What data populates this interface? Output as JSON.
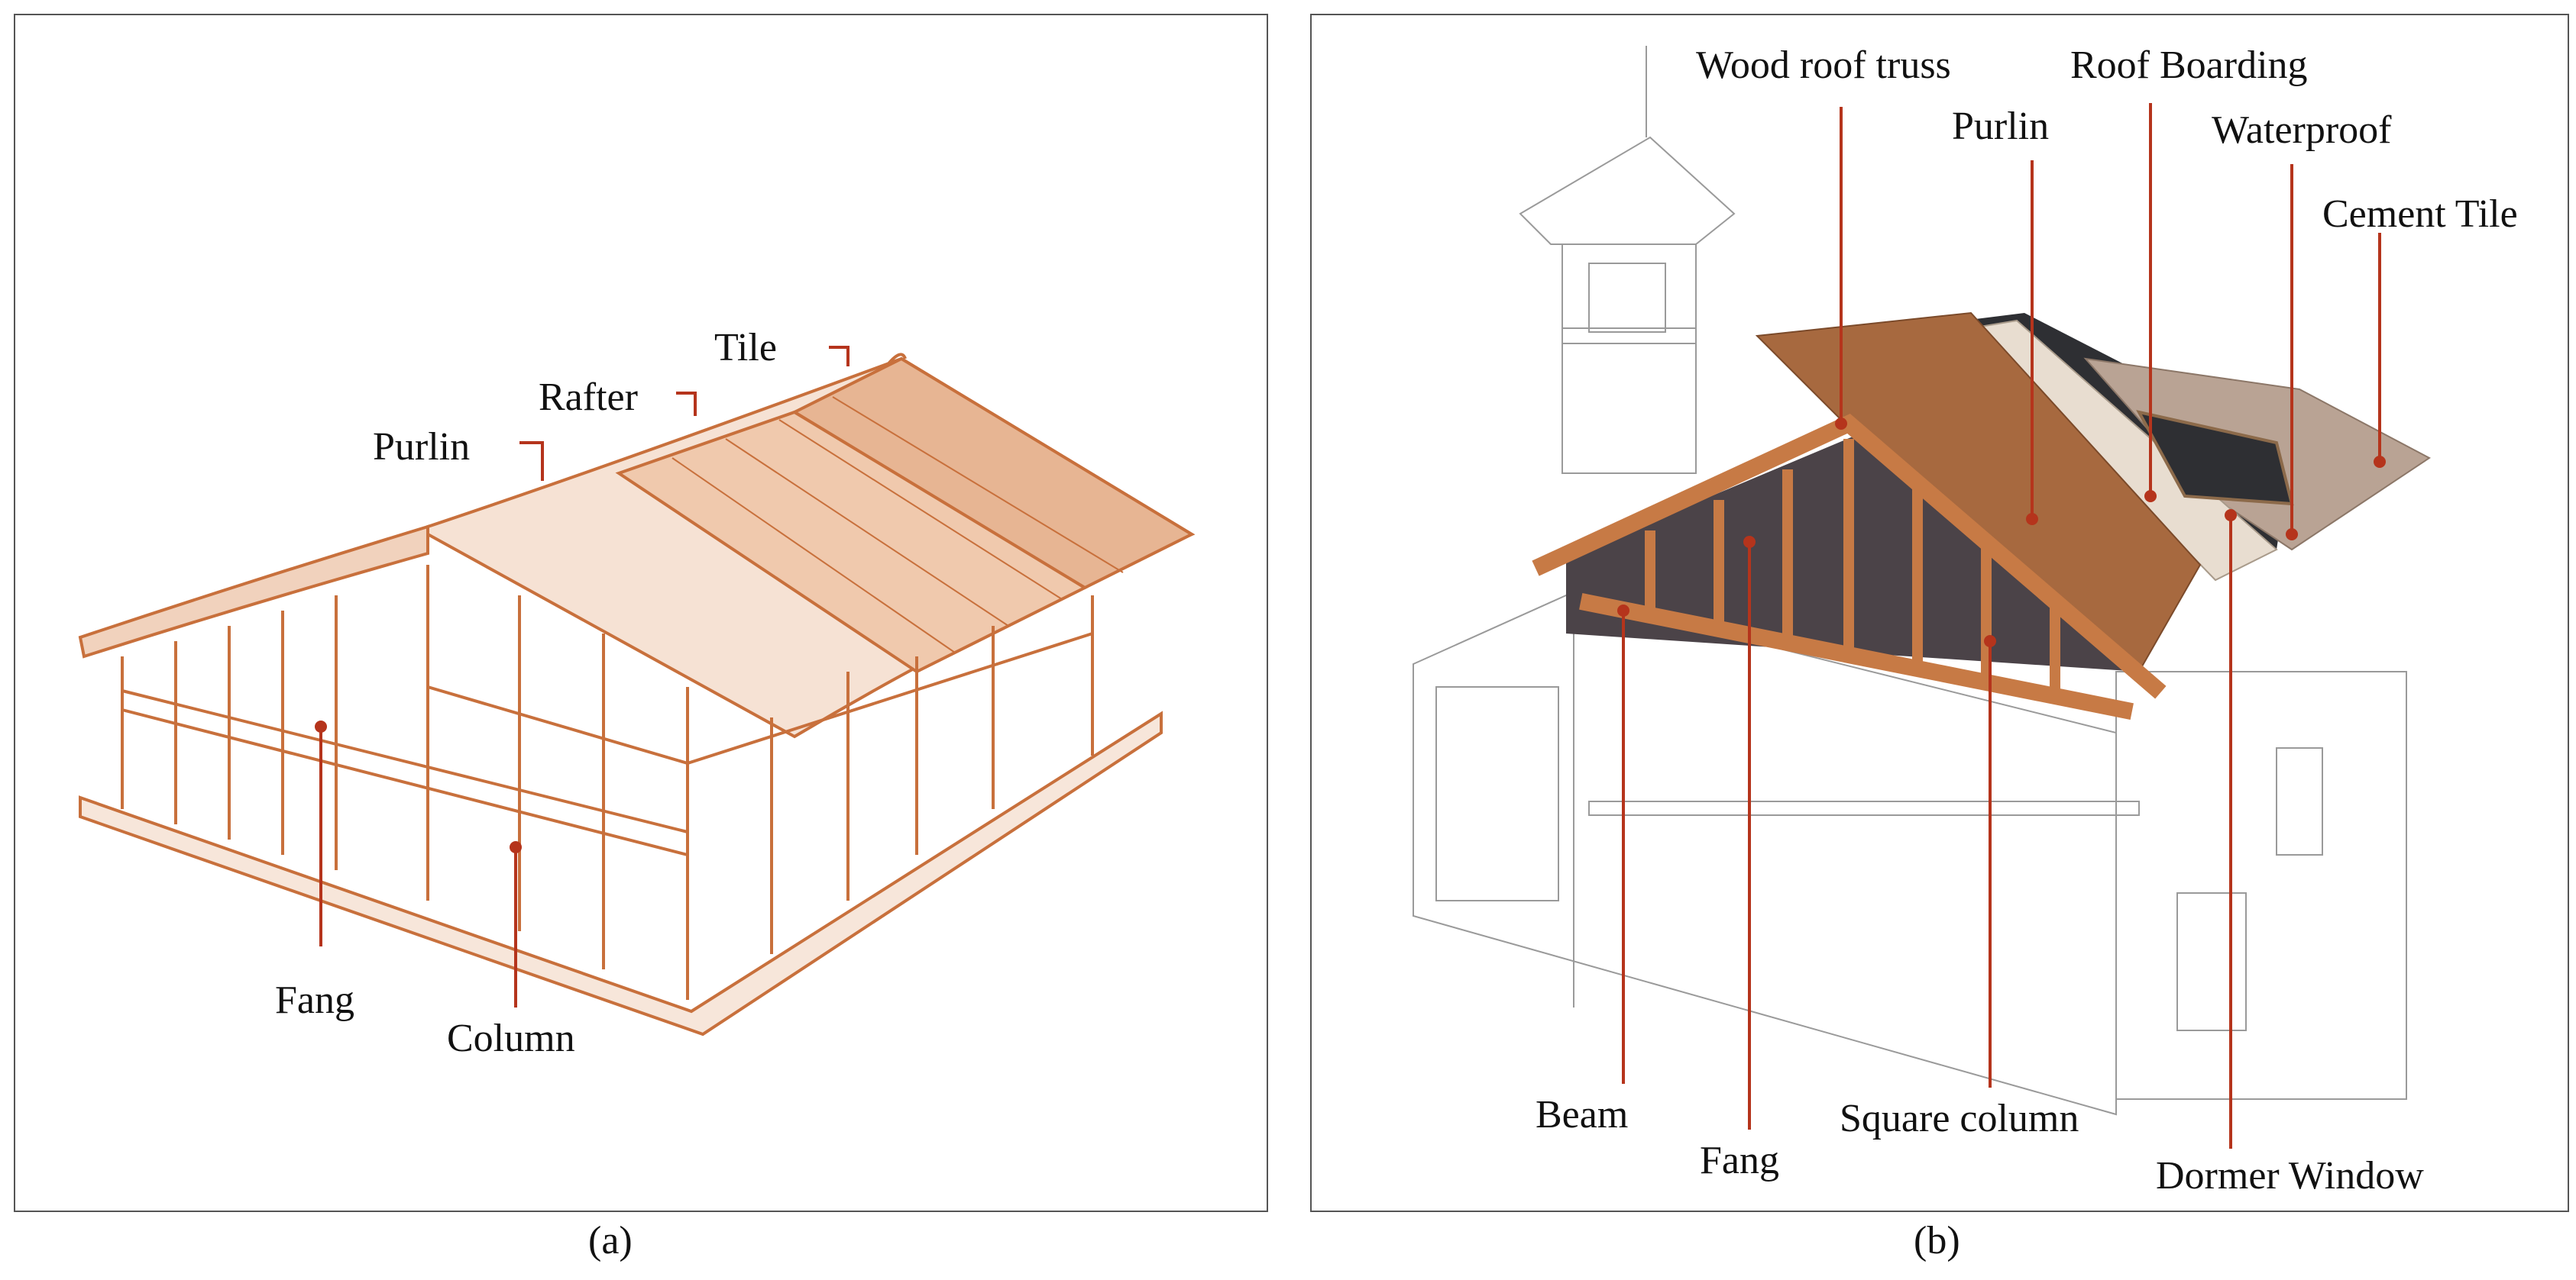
{
  "panel_a": {
    "caption": "(a)",
    "labels": {
      "tile": "Tile",
      "rafter": "Rafter",
      "purlin": "Purlin",
      "fang": "Fang",
      "column": "Column"
    }
  },
  "panel_b": {
    "caption": "(b)",
    "labels": {
      "wood_roof_truss": "Wood roof truss",
      "roof_boarding": "Roof Boarding",
      "purlin": "Purlin",
      "waterproof": "Waterproof",
      "cement_tile": "Cement Tile",
      "beam": "Beam",
      "fang": "Fang",
      "square_column": "Square column",
      "dormer_window": "Dormer Window"
    }
  },
  "colors": {
    "sketch_orange": "#c8703c",
    "leader_red": "#b5341c",
    "truss_wood": "#c77a45",
    "dark_roof": "#2e2f33",
    "boarding_beige": "#e8ddd0",
    "dark_frame": "#4b4348"
  }
}
